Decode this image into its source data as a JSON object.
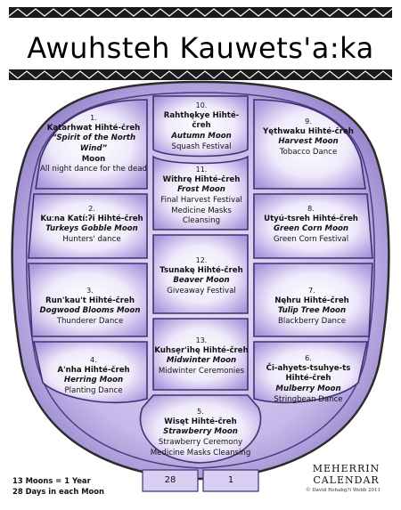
{
  "title": "Awuhsteh Kauwets'a:ka",
  "moons": [
    {
      "num": "1.",
      "name": "Katarhwat Hihté-čreh",
      "english": "“Spirit of the North Wind”",
      "english2": "Moon",
      "event": "All night dance for the dead"
    },
    {
      "num": "2.",
      "name": "Kuːna Katí:ʔi Hihté-čreh",
      "english": "Turkeys Gobble Moon",
      "english2": "",
      "event": "Hunters' dance"
    },
    {
      "num": "3.",
      "name": "Run'kau't Hihté-čreh",
      "english": "Dogwood Blooms Moon",
      "english2": "",
      "event": "Thunderer Dance"
    },
    {
      "num": "4.",
      "name": "A'nha Hihté-čreh",
      "english": "Herring Moon",
      "english2": "",
      "event": "Planting Dance"
    },
    {
      "num": "5.",
      "name": "Wisęt Hihté-čreh",
      "english": "Strawberry Moon",
      "english2": "",
      "event": "Strawberry Ceremony",
      "event2": "Medicine Masks Cleansing"
    },
    {
      "num": "6.",
      "name": "Či-ahyets-tsuhye-ts",
      "name2": "Hihté-čreh",
      "english": "Mulberry Moon",
      "english2": "",
      "event": "Stringbean Dance"
    },
    {
      "num": "7.",
      "name": "Nęhru Hihté-čreh",
      "english": "Tulip Tree Moon",
      "english2": "",
      "event": "Blackberry Dance"
    },
    {
      "num": "8.",
      "name": "Utyú-tsreh Hihté-čreh",
      "english": "Green Corn Moon",
      "english2": "",
      "event": "Green Corn Festival"
    },
    {
      "num": "9.",
      "name": "Yęthwaku Hihté-čreh",
      "english": "Harvest Moon",
      "english2": "",
      "event": "Tobacco Dance"
    },
    {
      "num": "10.",
      "name": "Rahthękye Hihté-čreh",
      "english": "Autumn Moon",
      "english2": "",
      "event": "Squash Festival"
    },
    {
      "num": "11.",
      "name": "Withrę Hihté-čreh",
      "english": "Frost Moon",
      "english2": "",
      "event": "Final Harvest Festival",
      "event2": "Medicine Masks Cleansing"
    },
    {
      "num": "12.",
      "name": "Tsunakę Hihté-čreh",
      "english": "Beaver Moon",
      "english2": "",
      "event": "Giveaway Festival"
    },
    {
      "num": "13.",
      "name": "Kuhsẹr'ihę Hihté-čreh",
      "english": "Midwinter Moon",
      "english2": "",
      "event": "Midwinter Ceremonies"
    }
  ],
  "footer": {
    "line1": "13 Moons = 1 Year",
    "line2": "28 Days in each Moon",
    "day_first": "28",
    "day_last": "1"
  },
  "brand": {
    "line1": "MEHERRIN",
    "line2": "CALENDAR",
    "copyright": "© David Rohabg?i Webb 2011"
  }
}
